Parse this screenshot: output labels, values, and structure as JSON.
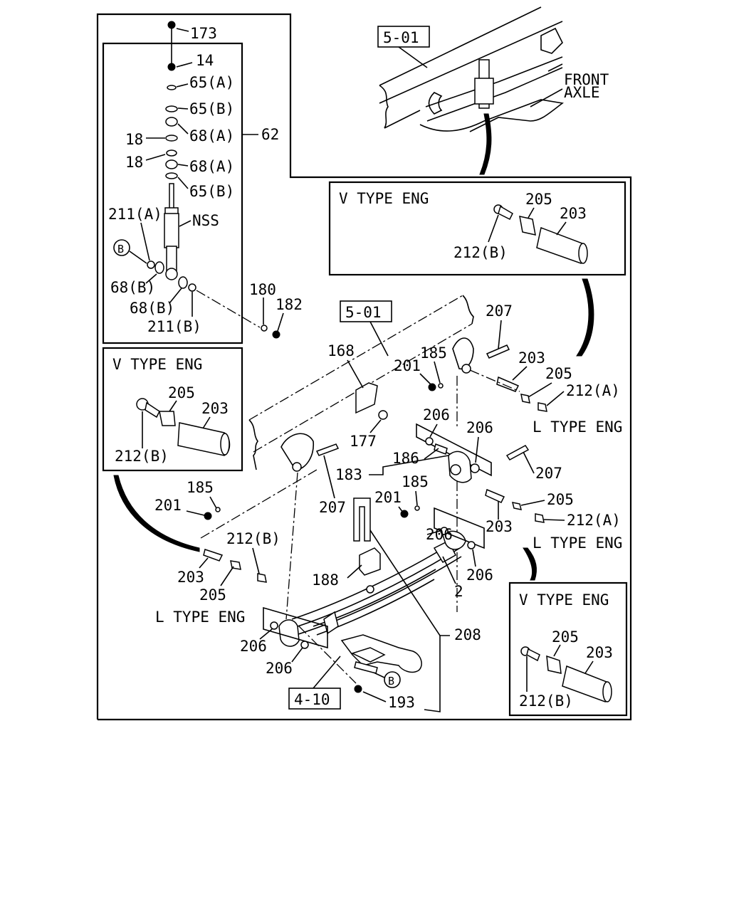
{
  "refs": {
    "top": "5-01",
    "mid": "5-01",
    "axle": "4-10"
  },
  "front_axle": [
    "FRONT",
    "AXLE"
  ],
  "variants": {
    "v_type": "V TYPE ENG",
    "l_type": "L TYPE ENG"
  },
  "callouts": {
    "p173": "173",
    "p14": "14",
    "p65a_1": "65(A)",
    "p65b_1": "65(B)",
    "p68a_1": "68(A)",
    "p18_1": "18",
    "p18_2": "18",
    "p68a_2": "68(A)",
    "p65b_2": "65(B)",
    "p62": "62",
    "p211a": "211(A)",
    "nss": "NSS",
    "b_marker": "B",
    "p68b_1": "68(B)",
    "p68b_2": "68(B)",
    "p211b": "211(B)",
    "p180": "180",
    "p182": "182",
    "v1_205": "205",
    "v1_203": "203",
    "v1_212b": "212(B)",
    "v2_205": "205",
    "v2_203": "203",
    "v2_212b": "212(B)",
    "v3_205": "205",
    "v3_203": "203",
    "v3_212b": "212(B)",
    "p168": "168",
    "p177": "177",
    "p207_1": "207",
    "p185_1": "185",
    "p201_1": "201",
    "p203_1": "203",
    "p205_1": "205",
    "p212a_1": "212(A)",
    "p206_1": "206",
    "p206_2": "206",
    "p186": "186",
    "p183": "183",
    "p207_2": "207",
    "p185_2": "185",
    "p201_2": "201",
    "p205_2": "205",
    "p212a_2": "212(A)",
    "p203_2": "203",
    "p206_3": "206",
    "p206_4": "206",
    "p2": "2",
    "p208": "208",
    "p188": "188",
    "p207_3": "207",
    "p185_3": "185",
    "p201_3": "201",
    "p212b_4": "212(B)",
    "p203_3": "203",
    "p205_3": "205",
    "p206_5": "206",
    "p206_6": "206",
    "p193": "193",
    "b_marker_2": "B"
  }
}
